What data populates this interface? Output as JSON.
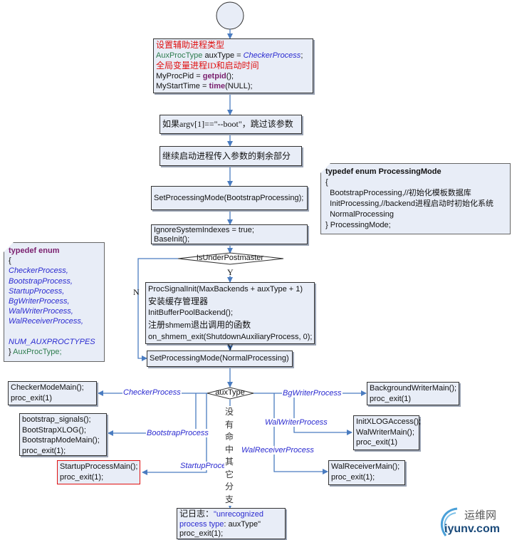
{
  "flow": {
    "init": {
      "comment1": "设置辅助进程类型",
      "line2_type": "AuxProcType",
      "line2_mid": " auxType = ",
      "line2_val": "CheckerProcess",
      "line2_end": ";",
      "comment2": "全局变量进程ID和启动时间",
      "line4_pre": "MyProcPid = ",
      "line4_fn": "getpid",
      "line4_end": "();",
      "line5_pre": "MyStartTime = ",
      "line5_fn": "time",
      "line5_end": "(NULL);"
    },
    "skip_boot": "如果argv[1]==\"--boot\"，跳过该参数",
    "continue_args": "继续启动进程传入参数的剩余部分",
    "set_mode_bootstrap": "SetProcessingMode(BootstrapProcessing);",
    "base_init": [
      "IgnoreSystemIndexes = true;",
      "BaseInit();"
    ],
    "decision_postmaster": "IsUnderPostmaster",
    "yes_label": "Y",
    "no_label": "N",
    "under_postmaster": {
      "line1": "ProcSignalInit(MaxBackends + auxType + 1)",
      "line2": "安装缓存管理器",
      "line3": "InitBufferPoolBackend();",
      "line4_pre": "注册",
      "line4_mid": "shmem",
      "line4_post": "退出调用的函数",
      "line5": "on_shmem_exit(ShutdownAuxiliaryProcess, 0);"
    },
    "set_mode_normal": "SetProcessingMode(NormalProcessing)",
    "decision_auxtype": "auxType",
    "branches": {
      "checker": {
        "label": "CheckerProcess",
        "code": [
          "CheckerModeMain();",
          "proc_exit(1)"
        ]
      },
      "bootstrap": {
        "label": "BootstrapProcess",
        "code": [
          "bootstrap_signals();",
          "BootStrapXLOG();",
          "BootstrapModeMain();",
          "proc_exit(1);"
        ]
      },
      "startup": {
        "label": "StartupProcess",
        "code": [
          "StartupProcessMain();",
          "proc_exit(1);"
        ]
      },
      "bgwriter": {
        "label": "BgWriterProcess",
        "code": [
          "BackgroundWriterMain();",
          "proc_exit(1)"
        ]
      },
      "walwriter": {
        "label": "WalWriterProcess",
        "code": [
          "InitXLOGAccess();",
          "WalWriterMain();",
          "proc_exit(1)"
        ]
      },
      "walreceiver": {
        "label": "WalReceiverProcess",
        "code": [
          "WalReceiverMain();",
          "proc_exit(1);"
        ]
      },
      "default": {
        "label_chars": [
          "没",
          "有",
          "命",
          "中",
          "其",
          "它",
          "分",
          "支"
        ],
        "log_prefix": "记日志：",
        "log_msg1": "\"unrecognized",
        "log_msg2": "process type",
        "log_msg2_tail": ": auxType\"",
        "exit": "proc_exit(1);"
      }
    }
  },
  "notes": {
    "processing_mode": {
      "title": "typedef enum ProcessingMode",
      "open": "{",
      "items": [
        "  BootstrapProcessing,//初始化模板数据库",
        "  InitProcessing,//backend进程启动时初始化系统",
        "  NormalProcessing"
      ],
      "close": "} ProcessingMode;"
    },
    "aux_proc_type": {
      "title": "typedef enum",
      "open": "{",
      "items": [
        "CheckerProcess,",
        "BootstrapProcess,",
        "StartupProcess,",
        "BgWriterProcess,",
        "WalWriterProcess,",
        "WalReceiverProcess,"
      ],
      "last": "NUM_AUXPROCTYPES",
      "close_brace": "} ",
      "close_name": "AuxProcType;"
    }
  },
  "watermark": {
    "cn": "运维网",
    "en": "iyunv.com"
  },
  "colors": {
    "box_fill": "#e8edf7",
    "connector": "#4a7cc0",
    "label_blue": "#2a2ad0",
    "highlight_red": "#e01010"
  }
}
